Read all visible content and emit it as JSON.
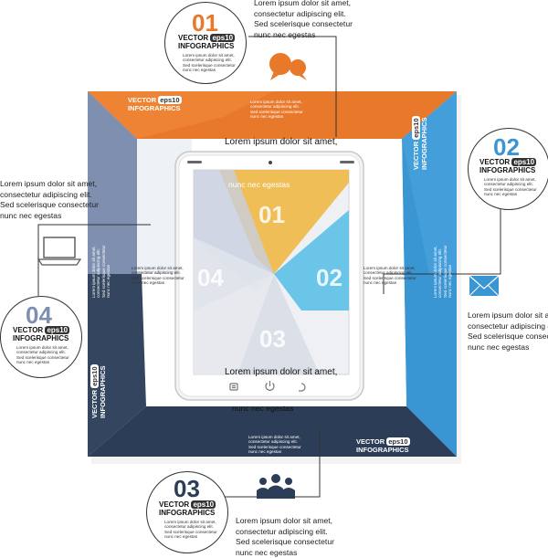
{
  "colors": {
    "orange": "#e8782a",
    "blue": "#3a95d3",
    "navy": "#2c3e57",
    "slate": "#7f8fb0",
    "yellow": "#f0b53a",
    "lightblue": "#5cc0e8"
  },
  "lorem": {
    "line1": "Lorem ipsum dolor sit amet,",
    "line2": "consectetur adipiscing elit.",
    "line3": "Sed scelerisque consectetur",
    "line4": "nunc nec egestas"
  },
  "badge": {
    "vector": "VECTOR",
    "eps": "eps10",
    "infographics": "INFOGRAPHICS"
  },
  "steps": [
    {
      "number": "01",
      "icon": "chat-bubbles-icon"
    },
    {
      "number": "02",
      "icon": "envelope-icon"
    },
    {
      "number": "03",
      "icon": "people-icon"
    },
    {
      "number": "04",
      "icon": "laptop-icon"
    }
  ],
  "tablet": {
    "title": "Lorem ipsum dolor sit amet,",
    "subtitle": "nunc nec egestas",
    "bottom_title": "Lorem ipsum dolor sit amet,",
    "bottom_subtitle": "nunc nec egestas",
    "buttons": [
      "menu-icon",
      "power-icon",
      "back-icon"
    ]
  }
}
